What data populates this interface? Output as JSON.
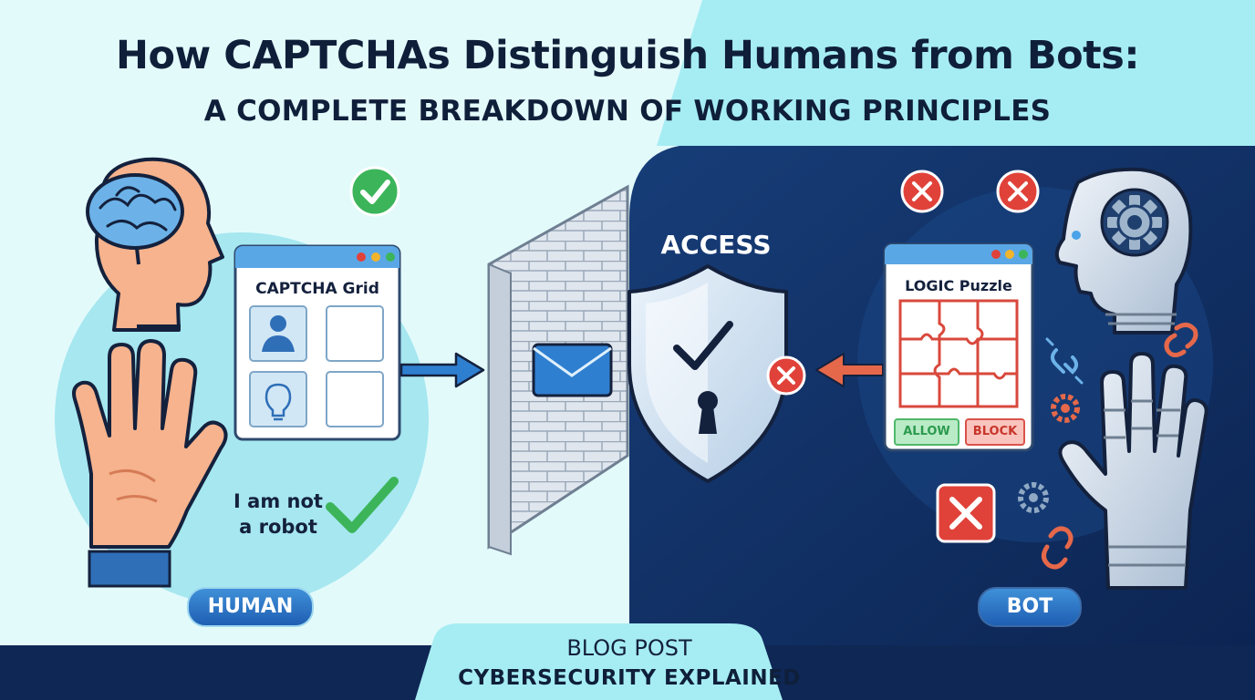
{
  "title": "How CAPTCHAs Distinguish Humans from Bots:",
  "subtitle": "A COMPLETE BREAKDOWN OF WORKING PRINCIPLES",
  "human_side": {
    "grid_title": "CAPTCHA Grid",
    "robot_text_line1": "I am not",
    "robot_text_line2": "a robot",
    "label": "HUMAN"
  },
  "center": {
    "access_label": "ACCESS"
  },
  "bot_side": {
    "puzzle_title": "LOGIC Puzzle",
    "allow_label": "ALLOW",
    "block_label": "BLOCK",
    "label": "BOT"
  },
  "footer": {
    "line1": "BLOG POST",
    "line2": "CYBERSECURITY EXPLAINED"
  },
  "colors": {
    "navy": "#0f2a5c",
    "light_cyan": "#cdf3f6",
    "accent_blue": "#1f6fc8",
    "success_green": "#3cb55a",
    "error_red": "#e0423a",
    "arrow_orange": "#e5684a"
  },
  "icons": [
    "brain-icon",
    "human-head-icon",
    "human-hand-icon",
    "check-icon",
    "person-icon",
    "lightbulb-icon",
    "brick-wall-icon",
    "envelope-icon",
    "shield-icon",
    "keyhole-icon",
    "robot-head-icon",
    "robot-hand-icon",
    "gear-icon",
    "broken-link-icon",
    "puzzle-icon",
    "x-icon"
  ]
}
